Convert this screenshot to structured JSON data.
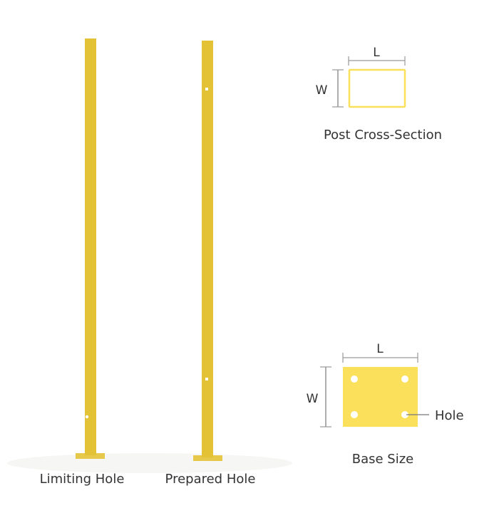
{
  "labels": {
    "limiting_hole": "Limiting Hole",
    "prepared_hole": "Prepared Hole",
    "cross_section": "Post Cross-Section",
    "base_size": "Base Size",
    "length": "L",
    "width": "W",
    "hole": "Hole"
  },
  "colors": {
    "post": "#e3c235",
    "outline": "#fbe05c",
    "base_fill": "#fbe05c",
    "dimension": "#999999"
  }
}
